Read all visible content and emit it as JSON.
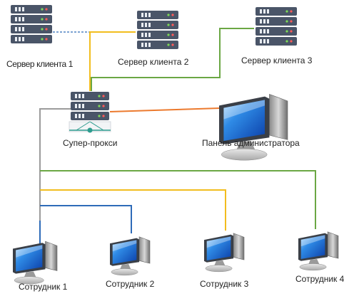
{
  "nodes": {
    "server1": {
      "label": "Сервер клиента 1"
    },
    "server2": {
      "label": "Сервер клиента 2"
    },
    "server3": {
      "label": "Сервер клиента 3"
    },
    "proxy": {
      "label": "Супер-прокси"
    },
    "admin": {
      "label": "Панель администратора"
    },
    "emp1": {
      "label": "Сотрудник 1"
    },
    "emp2": {
      "label": "Сотрудник 2"
    },
    "emp3": {
      "label": "Сотрудник 3"
    },
    "emp4": {
      "label": "Сотрудник 4"
    }
  },
  "colors": {
    "blue": "#2e6bb8",
    "yellow": "#f2bd1e",
    "green": "#6ba744",
    "orange": "#ec7a2e",
    "gray": "#9b9b9b",
    "server_body": "#4a5568",
    "proxy_accent": "#2e9c8f"
  },
  "icons": {
    "server": "server-rack-icon",
    "proxy": "proxy-server-icon",
    "monitor": "monitor-icon"
  }
}
